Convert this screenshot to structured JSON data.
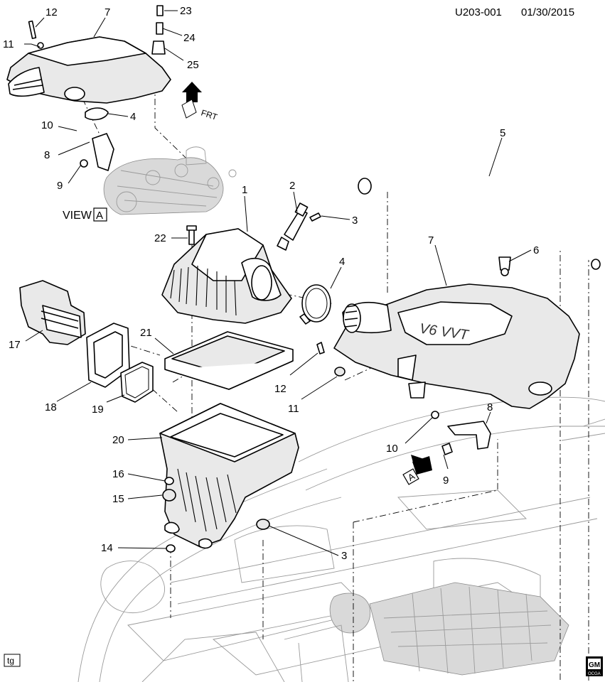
{
  "header": {
    "diagram_code": "U203-001",
    "date": "01/30/2015"
  },
  "view_label": {
    "text": "VIEW",
    "box_letter": "A"
  },
  "front_arrow": {
    "text": "FRT"
  },
  "view_arrow": {
    "letter": "A"
  },
  "corner_tag": {
    "text": "tg"
  },
  "logo": {
    "text": "GM",
    "subtext": "OCGA"
  },
  "callouts": [
    {
      "id": "c-12-top",
      "label": "12"
    },
    {
      "id": "c-7-top",
      "label": "7"
    },
    {
      "id": "c-23",
      "label": "23"
    },
    {
      "id": "c-11-top",
      "label": "11"
    },
    {
      "id": "c-24",
      "label": "24"
    },
    {
      "id": "c-25",
      "label": "25"
    },
    {
      "id": "c-4-top",
      "label": "4"
    },
    {
      "id": "c-10-top",
      "label": "10"
    },
    {
      "id": "c-8-top",
      "label": "8"
    },
    {
      "id": "c-9-top",
      "label": "9"
    },
    {
      "id": "c-5",
      "label": "5"
    },
    {
      "id": "c-1",
      "label": "1"
    },
    {
      "id": "c-2",
      "label": "2"
    },
    {
      "id": "c-3-top",
      "label": "3"
    },
    {
      "id": "c-22",
      "label": "22"
    },
    {
      "id": "c-7-main",
      "label": "7"
    },
    {
      "id": "c-6",
      "label": "6"
    },
    {
      "id": "c-4-main",
      "label": "4"
    },
    {
      "id": "c-21",
      "label": "21"
    },
    {
      "id": "c-17",
      "label": "17"
    },
    {
      "id": "c-12-main",
      "label": "12"
    },
    {
      "id": "c-11-main",
      "label": "11"
    },
    {
      "id": "c-18",
      "label": "18"
    },
    {
      "id": "c-19",
      "label": "19"
    },
    {
      "id": "c-20",
      "label": "20"
    },
    {
      "id": "c-8-main",
      "label": "8"
    },
    {
      "id": "c-10-main",
      "label": "10"
    },
    {
      "id": "c-9-main",
      "label": "9"
    },
    {
      "id": "c-16",
      "label": "16"
    },
    {
      "id": "c-15",
      "label": "15"
    },
    {
      "id": "c-14",
      "label": "14"
    },
    {
      "id": "c-3-main",
      "label": "3"
    }
  ]
}
